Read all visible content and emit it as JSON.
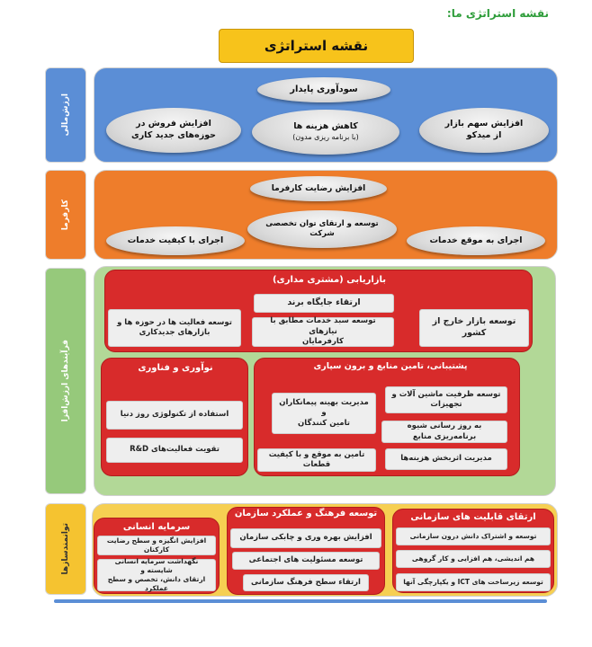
{
  "heading": "نقشه استراتژی ما:",
  "title": "نقشه استراتژی",
  "perspectives": {
    "financial": "ارزش‌مالی",
    "customer": "کارفرما",
    "process": "فرآیندهای ارزش‌افزا",
    "enablers": "توانمندسازها"
  },
  "financial": {
    "profit": "سودآوری پایدار",
    "sales_line1": "افزایش فروش در",
    "sales_line2": "حوزه‌های جدید کاری",
    "cost_line1": "کاهش هزینه ها",
    "cost_line2": "(با برنامه ریزی مدون)",
    "share_line1": "افزایش سهم بازار",
    "share_line2": "از میدکو"
  },
  "customer": {
    "satisfaction": "افزایش رضایت کارفرما",
    "capability_line1": "توسعه و ارتقای توان تخصصی",
    "capability_line2": "شرکت",
    "quality": "اجرای با کیفیت خدمات",
    "ontime": "اجرای به موقع خدمات"
  },
  "marketing": {
    "title": "بازاریابی (مشتری مداری)",
    "brand": "ارتقاء جایگاه برند",
    "region_line1": "توسعه فعالیت ها در حوزه ها و",
    "region_line2": "بازارهای جدیدکاری",
    "needs_line1": "توسعه سبد خدمات مطابق با نیازهای",
    "needs_line2": "کارفرمایان",
    "export": "توسعه بازار خارج از کشور"
  },
  "innovation": {
    "title": "نوآوری و فناوری",
    "tech": "استفاده از تکنولوژی روز دنیا",
    "rd": "تقویت فعالیت‌های R&D"
  },
  "support": {
    "title": "پشتیبانی، تامین منابع و برون سپاری",
    "machinery_line1": "توسعه ظرفیت ماشین آلات و",
    "machinery_line2": "تجهیزات",
    "supplier_line1": "مدیریت بهینه پیمانکاران و",
    "supplier_line2": "تامین کنندگان",
    "resource_planning": "به روز رسانی شیوه برنامه‌ریزی منابع",
    "cost_mgmt": "مدیریت اثربخش هزینه‌ها",
    "parts": "تامین به موقع و با کیفیت قطعات"
  },
  "human_capital": {
    "title": "سرمایه انسانی",
    "motivation": "افزایش انگیزه و سطح رضایت کارکنان",
    "retention_line1": "نگهداشت سرمایه انسانی شایسته و",
    "retention_line2": "ارتقای دانش، تخصص و سطح عملکرد"
  },
  "culture": {
    "title": "توسعه فرهنگ و عملکرد سازمان",
    "productivity": "افزایش بهره وری و چابکی سازمان",
    "social": "توسعه مسئولیت های اجتماعی",
    "org_culture": "ارتقاء سطح فرهنگ سازمانی"
  },
  "org_capability": {
    "title": "ارتقای قابلیت های سازمانی",
    "knowledge": "توسعه و اشتراک دانش درون سازمانی",
    "teamwork": "هم اندیشی، هم افزایی و کار گروهی",
    "ict": "توسعه زیرساخت های ICT و یکپارچگی آنها"
  }
}
